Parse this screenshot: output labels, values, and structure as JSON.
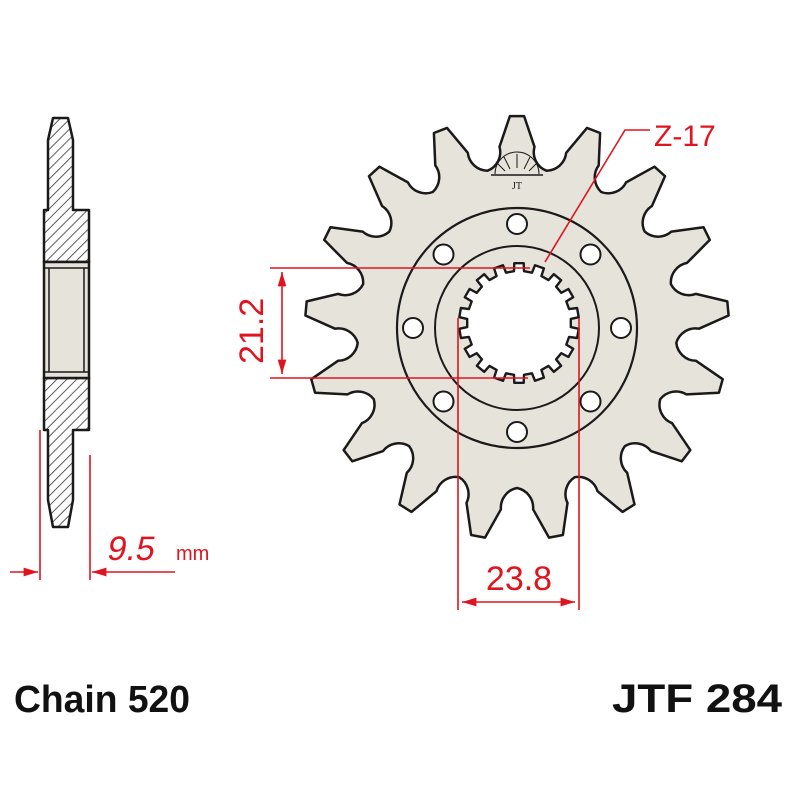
{
  "labels": {
    "teeth": "Z-17",
    "spline_height": "21.2",
    "spline_width": "23.8",
    "thickness_value": "9.5",
    "thickness_unit": "mm",
    "chain": "Chain 520",
    "part_number": "JTF 284"
  },
  "colors": {
    "dimension": "#e0141e",
    "body_fill": "#e6e3da",
    "outline": "#1a1a1a",
    "hatch": "#333333"
  },
  "sprocket": {
    "teeth": 17,
    "bolt_holes": 8
  }
}
